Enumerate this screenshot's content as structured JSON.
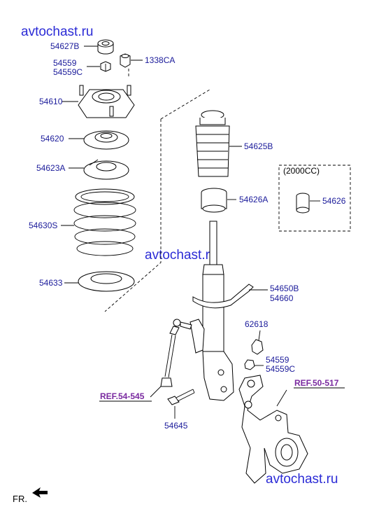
{
  "watermarks": [
    "avtochast.ru",
    "avtochast.ru",
    "avtochast.ru"
  ],
  "labels": {
    "p54627B": "54627B",
    "p54559a": "54559",
    "p54559Ca": "54559C",
    "p1338CA": "1338CA",
    "p54610": "54610",
    "p54620": "54620",
    "p54623A": "54623A",
    "p54630S": "54630S",
    "p54633": "54633",
    "p54625B": "54625B",
    "p54626A": "54626A",
    "p54626": "54626",
    "p54650B": "54650B",
    "p54660": "54660",
    "p62618": "62618",
    "p54559b": "54559",
    "p54559Cb": "54559C",
    "p54645": "54645"
  },
  "variant_note": "(2000CC)",
  "refs": {
    "left": "REF.54-545",
    "right": "REF.50-517"
  },
  "direction": "FR."
}
